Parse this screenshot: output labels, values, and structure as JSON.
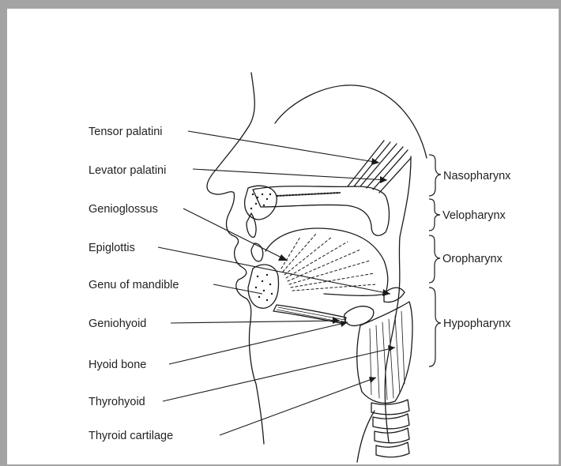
{
  "labels": {
    "tensor_palatini": "Tensor palatini",
    "levator_palatini": "Levator palatini",
    "genioglossus": "Genioglossus",
    "epiglottis": "Epiglottis",
    "genu_of_mandible": "Genu of mandible",
    "geniohyoid": "Geniohyoid",
    "hyoid_bone": "Hyoid bone",
    "thyrohyoid": "Thyrohyoid",
    "thyroid_cartilage": "Thyroid cartilage"
  },
  "regions": {
    "nasopharynx": "Nasopharynx",
    "velopharynx": "Velopharynx",
    "oropharynx": "Oropharynx",
    "hypopharynx": "Hypopharynx"
  },
  "colors": {
    "frame": "#a3a3a3",
    "line": "#1a1a1a",
    "fill_light": "#f2f2f2"
  }
}
